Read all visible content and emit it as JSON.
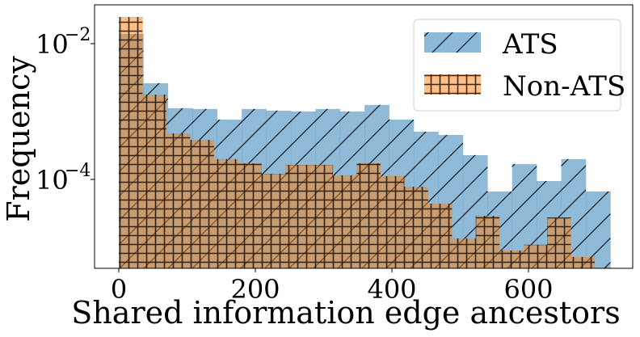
{
  "chart_data": {
    "type": "bar",
    "subtype": "overlapping-histogram",
    "title": "",
    "xlabel": "Shared information edge ancestors",
    "ylabel": "Frequency",
    "yscale": "log",
    "xlim": [
      -35,
      752
    ],
    "ylim": [
      4.9e-06,
      0.037
    ],
    "x_ticks": [
      0,
      200,
      400,
      600
    ],
    "y_ticks": [
      {
        "value": 0.01,
        "label": "10^-2"
      },
      {
        "value": 0.0001,
        "label": "10^-4"
      }
    ],
    "grid": false,
    "legend_position": "upper right",
    "series": [
      {
        "name": "ATS",
        "color": "#8cb9d9",
        "hatch": "diagonal",
        "bin_start": 0,
        "bin_end": 720,
        "values": [
          0.0139,
          0.00261,
          0.00112,
          0.00109,
          0.00076,
          0.00109,
          0.00103,
          0.001,
          0.00109,
          0.001,
          0.00125,
          0.00076,
          0.000504,
          0.000452,
          0.000228,
          6.63e-05,
          0.000168,
          9.46e-05,
          0.000199,
          6.63e-05
        ]
      },
      {
        "name": "Non-ATS",
        "color": "#ffbf86",
        "hatch": "grid",
        "bin_start": 0,
        "bin_end": 697,
        "values": [
          0.0247,
          0.00178,
          0.000477,
          0.000383,
          0.000199,
          0.000173,
          0.000121,
          0.000164,
          0.000164,
          0.000115,
          0.000173,
          0.000112,
          7.82e-05,
          4.4e-05,
          1.35e-05,
          2.91e-05,
          8.96e-06,
          1.09e-05,
          2.75e-05,
          7.2e-06
        ]
      }
    ]
  },
  "labels": {
    "xlabel": "Shared information edge ancestors",
    "ylabel": "Frequency",
    "x_ticks": [
      "0",
      "200",
      "400",
      "600"
    ],
    "y_tick_base": "10",
    "y_tick_exps": [
      "−2",
      "−4"
    ],
    "legend": [
      "ATS",
      "Non-ATS"
    ]
  }
}
